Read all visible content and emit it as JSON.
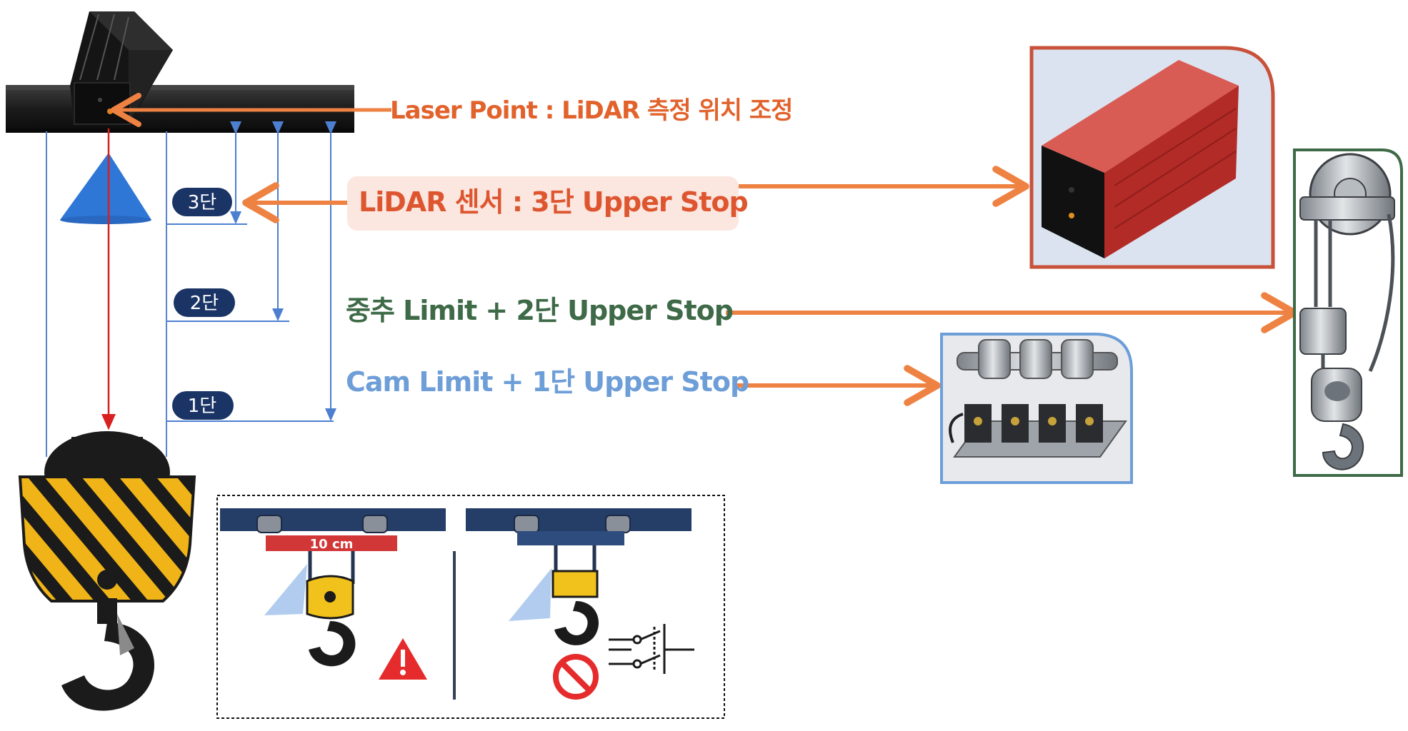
{
  "colors": {
    "orange": "#ee8243",
    "laser_text": "#e2622c",
    "lidar_text": "#de5630",
    "lidar_bg": "#fbe7e0",
    "green": "#3e6a47",
    "blue": "#6d9ed8",
    "badge": "#1b3466",
    "red_line": "#d82020",
    "beam": "#2f77d6"
  },
  "callouts": {
    "laser_point": "Laser Point : LiDAR 측정 위치 조정",
    "lidar_sensor": "LiDAR 센서 : 3단 Upper Stop",
    "weight_limit": "중추 Limit + 2단 Upper Stop",
    "cam_limit": "Cam Limit + 1단 Upper Stop"
  },
  "stages": {
    "s3": "3단",
    "s2": "2단",
    "s1": "1단"
  },
  "inset": {
    "distance": "10 cm"
  },
  "icons": {
    "lidar_mount": "lidar-sensor-on-rail-icon",
    "crane_hook": "crane-hook-icon",
    "lidar_box": "red-lidar-sensor-icon",
    "weight_limit_switch": "weight-limit-switch-icon",
    "cam_limit_switch": "cam-limit-switch-icon",
    "warning": "warning-icon",
    "prohibited": "prohibited-icon",
    "switch_symbol": "limit-switch-symbol-icon"
  }
}
